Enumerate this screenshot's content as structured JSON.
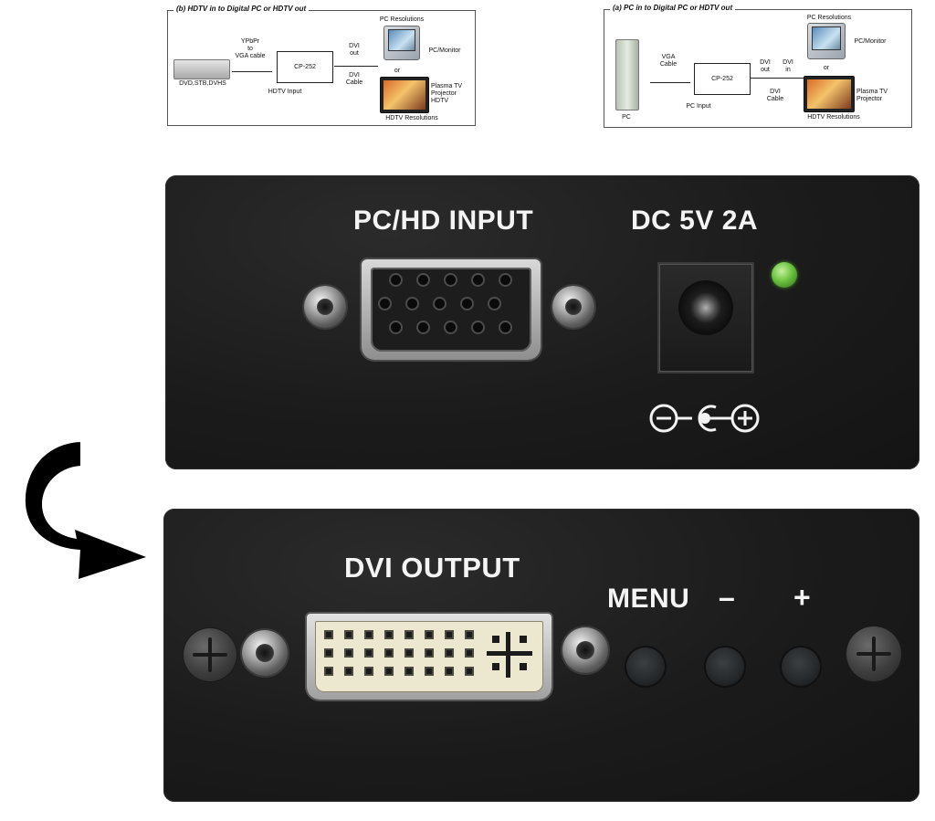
{
  "diagram_b": {
    "title": "(b) HDTV in to Digital PC or HDTV out",
    "cable_in": "YPbPr\nto\nVGA cable",
    "device": "CP-252",
    "dvi_out": "DVI\nout",
    "dvi_cable": "DVI\nCable",
    "source_label": "DVD,STB,DVHS",
    "input_label": "HDTV Input",
    "pc_res": "PC Resolutions",
    "pc_monitor": "PC/Monitor",
    "or": "or",
    "plasma": "Plasma TV\nProjector\nHDTV",
    "hdtv_res": "HDTV Resolutions"
  },
  "diagram_a": {
    "title": "(a) PC in to Digital PC or HDTV out",
    "cable_in": "VGA\nCable",
    "device": "CP-252",
    "dvi_out": "DVI\nout",
    "dvi_in": "DVI\nin",
    "dvi_cable": "DVI\nCable",
    "source_label": "PC",
    "input_label": "PC Input",
    "pc_res": "PC Resolutions",
    "pc_monitor": "PC/Monitor",
    "or": "or",
    "plasma": "Plasma TV\nProjector",
    "hdtv_res": "HDTV Resolutions"
  },
  "top_panel": {
    "input_label": "PC/HD INPUT",
    "dc_label": "DC 5V 2A"
  },
  "bottom_panel": {
    "output_label": "DVI OUTPUT",
    "menu_label": "MENU",
    "minus_label": "–",
    "plus_label": "+"
  },
  "colors": {
    "panel": "#1c1c1c",
    "led": "#6cc43f",
    "arrow": "#000000"
  }
}
